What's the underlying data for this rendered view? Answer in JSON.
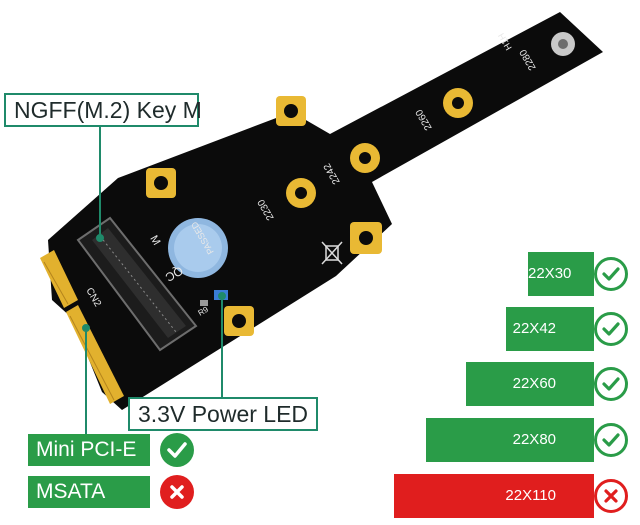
{
  "callouts": {
    "ngff": "NGFF(M.2) Key M",
    "led": "3.3V Power  LED"
  },
  "interfaces": [
    {
      "label": "Mini PCI-E",
      "supported": true
    },
    {
      "label": "MSATA",
      "supported": false
    }
  ],
  "board_markings": {
    "qc_line1": "QC",
    "qc_line2": "PASSED",
    "slot_key": "M",
    "cn2": "CN2",
    "r9": "R9",
    "mount_2230": "2230",
    "mount_2242": "2242",
    "mount_2260": "2260",
    "mount_2280": "2280",
    "hole_mark": "H1H"
  },
  "sizes": [
    {
      "label": "22X30",
      "supported": true,
      "length_fraction": 0.22
    },
    {
      "label": "22X42",
      "supported": true,
      "length_fraction": 0.37
    },
    {
      "label": "22X60",
      "supported": true,
      "length_fraction": 0.57
    },
    {
      "label": "22X80",
      "supported": true,
      "length_fraction": 0.79
    },
    {
      "label": "22X110",
      "supported": false,
      "length_fraction": 1.0
    }
  ],
  "colors": {
    "supported": "#2a9c48",
    "unsupported": "#e01e1e",
    "callout_line": "#1f8a6a",
    "pcb": "#0b0b0b",
    "gold": "#e9b934"
  },
  "icons": {
    "supported": "check-icon",
    "unsupported": "cross-icon"
  }
}
